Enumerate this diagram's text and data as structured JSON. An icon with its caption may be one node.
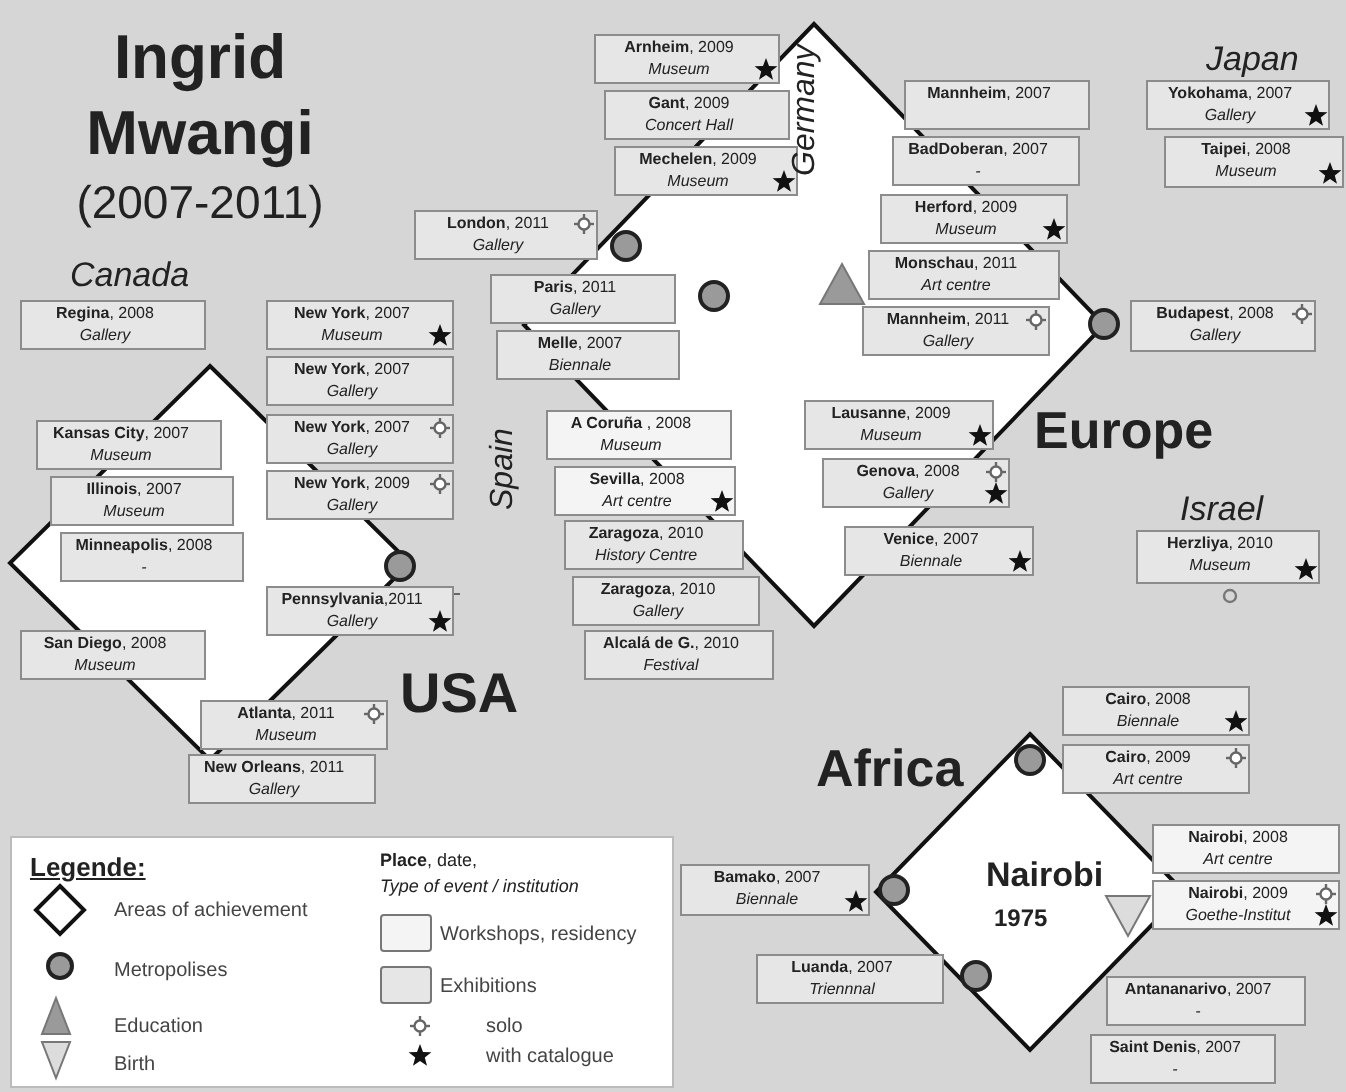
{
  "diagram": {
    "title": "Ingrid Mwangi (2007-2011)",
    "nodes": [
      {
        "text": [
          "USA"
        ]
      },
      {
        "text": [
          "Europe"
        ]
      },
      {
        "text": [
          "Africa"
        ]
      },
      {
        "text": [
          "**Regina**, 2008",
          "Gallery"
        ]
      },
      {
        "text": [
          "**New York**, 2007",
          "Museum"
        ]
      },
      {
        "text": [
          "**New York**, 2007",
          "Gallery"
        ]
      },
      {
        "text": [
          "**New York**, 2007",
          "Gallery"
        ]
      },
      {
        "text": [
          "**Kansas City**, 2007",
          "Museum"
        ]
      },
      {
        "text": [
          "**New York**, 2009",
          "Gallery"
        ]
      },
      {
        "text": [
          "**Illinois**, 2007",
          "Museum"
        ],
        "in": 0
      },
      {
        "text": [
          "**Minneapolis**, 2008",
          "-"
        ],
        "in": 0
      },
      {
        "text": [
          "**Pennsylvania**,2011",
          "Gallery"
        ]
      },
      {
        "text": [
          "**San Diego**, 2008",
          "Museum"
        ],
        "in": 0
      },
      {
        "text": [
          "**Atlanta**, 2011",
          "Museum"
        ]
      },
      {
        "text": [
          "**New Orleans**, 2011",
          "Gallery"
        ]
      },
      {
        "text": [
          "**Arnheim**, 2009",
          "Museum"
        ]
      },
      {
        "text": [
          "**Gant**, 2009",
          "Concert Hall"
        ]
      },
      {
        "text": [
          "**Mechelen**, 2009",
          "Museum"
        ],
        "in": 1
      },
      {
        "text": [
          "**London**, 2011",
          "Gallery"
        ]
      },
      {
        "text": [
          "**Paris**, 2011",
          "Gallery"
        ]
      },
      {
        "text": [
          "**Melle**, 2007",
          "Biennale"
        ]
      },
      {
        "text": [
          "**A Coruña** , 2008",
          "Museum"
        ],
        "in": 1
      },
      {
        "text": [
          "**Sevilla**, 2008",
          "Art centre"
        ]
      },
      {
        "text": [
          "**Zaragoza**, 2010",
          "History Centre"
        ]
      },
      {
        "text": [
          "**Zaragoza**, 2010",
          "Gallery"
        ]
      },
      {
        "text": [
          "**Alcalá de G.**, 2010",
          "Festival"
        ]
      },
      {
        "text": [
          "**Mannheim**, 2007"
        ]
      },
      {
        "text": [
          "**BadDoberan**, 2007",
          "-"
        ]
      },
      {
        "text": [
          "**Herford**, 2009",
          "Museum"
        ],
        "in": 1
      },
      {
        "text": [
          "**Monschau**, 2011",
          "Art centre"
        ],
        "in": 1
      },
      {
        "text": [
          "**Mannheim**, 2011",
          "Gallery"
        ],
        "in": 1
      },
      {
        "text": [
          "**Lausanne**, 2009",
          "Museum"
        ],
        "in": 1
      },
      {
        "text": [
          "**Genova**, 2008",
          "Gallery"
        ],
        "in": 1
      },
      {
        "text": [
          "**Venice**, 2007",
          "Biennale"
        ]
      },
      {
        "text": [
          "**Yokohama**, 2007",
          "Gallery"
        ]
      },
      {
        "text": [
          "**Taipei**, 2008",
          "Museum"
        ]
      },
      {
        "text": [
          "**Budapest**, 2008",
          "Gallery"
        ]
      },
      {
        "text": [
          "**Herzliya**, 2010",
          "Museum"
        ]
      },
      {
        "text": [
          "**Cairo**, 2008",
          "Biennale"
        ]
      },
      {
        "text": [
          "**Cairo**, 2009",
          "Art centre"
        ]
      },
      {
        "text": [
          "**Nairobi**, 2008",
          "Art centre"
        ]
      },
      {
        "text": [
          "**Nairobi**, 2009",
          "Goethe-Institut"
        ]
      },
      {
        "text": [
          "**Bamako**, 2007",
          "Biennale"
        ]
      },
      {
        "text": [
          "**Luanda**, 2007",
          "Triennnal"
        ]
      },
      {
        "text": [
          "**Antananarivo**, 2007",
          "-"
        ]
      },
      {
        "text": [
          "**Saint Denis**, 2007",
          "-"
        ]
      }
    ],
    "labels": [
      "Canada",
      "Japan",
      "Germany",
      "Spain",
      "Israel",
      "Nairobi",
      "1975",
      "Legende:",
      "**Place**, date,",
      "Type of event / institution"
    ],
    "legend": [
      {
        "text": "Areas of achievement"
      },
      {
        "text": "Metropolises"
      },
      {
        "text": "Education"
      },
      {
        "text": "Birth"
      },
      {
        "text": "Workshops, residency",
        "color": "#f4f4f4"
      },
      {
        "text": "Exhibitions",
        "color": "#e6e6e6"
      },
      {
        "text": "solo"
      },
      {
        "text": "with catalogue"
      }
    ]
  }
}
